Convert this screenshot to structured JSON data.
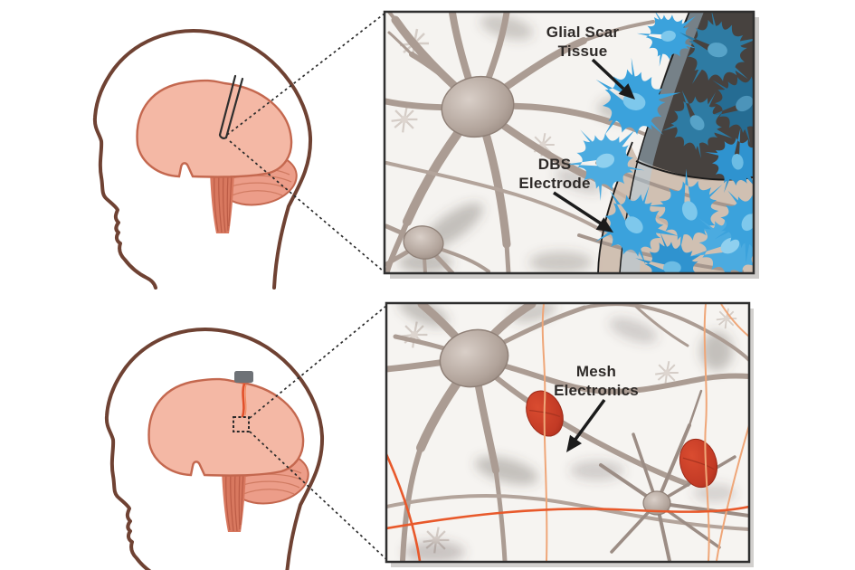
{
  "labels": {
    "glial_scar": {
      "line1": "Glial Scar",
      "line2": "Tissue"
    },
    "dbs_electrode": {
      "line1": "DBS",
      "line2": "Electrode"
    },
    "mesh_electronics": {
      "line1": "Mesh",
      "line2": "Electronics"
    }
  },
  "icons": {
    "top_left": "head-profile-with-dbs-needle",
    "bottom_left": "head-profile-with-mesh-implant",
    "top_inset": "neurons-glial-scar-around-dbs-electrode",
    "bottom_inset": "neurons-with-mesh-electronics"
  },
  "colors": {
    "head_outline": "#6F4233",
    "brain_fill": "#F4B8A5",
    "brain_outline": "#C4684F",
    "cerebellum": "#EC9D89",
    "brainstem": "#D8785F",
    "glia_blue": "#3BA2DC",
    "glia_blue_dark": "#2E7BA3",
    "glia_nucleus": "#7EC8EC",
    "mesh_disc_red": "#C43A26",
    "mesh_ribbon_orange": "#E8592B",
    "mesh_ribbon_light": "#EFA678",
    "neuron_gray": "#AB9C93",
    "electrode_shaft_dark": "#47423F",
    "electrode_tip_tan": "#C9B6A7",
    "implant_gray": "#6E7277",
    "inset_border": "#2F2F2F",
    "inset_bg": "#F5F3F0",
    "label_text": "#2E2A28",
    "arrow": "#1B1B1B"
  }
}
